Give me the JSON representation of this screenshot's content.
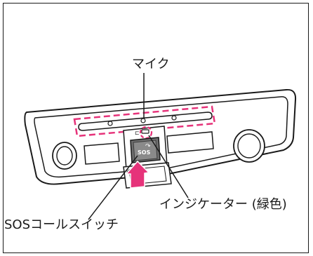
{
  "labels": {
    "microphone": "マイク",
    "indicator": "インジケーター (緑色)",
    "sos_switch": "SOSコールスイッチ",
    "button_text": "SOS"
  },
  "colors": {
    "highlight_dash": "#e6337a",
    "line": "#1a1a1a",
    "panel_fill": "#ffffff",
    "recess_fill": "#dcdcdc",
    "button_fill": "#6e6e6e",
    "arrow_fill": "#e6337a"
  }
}
